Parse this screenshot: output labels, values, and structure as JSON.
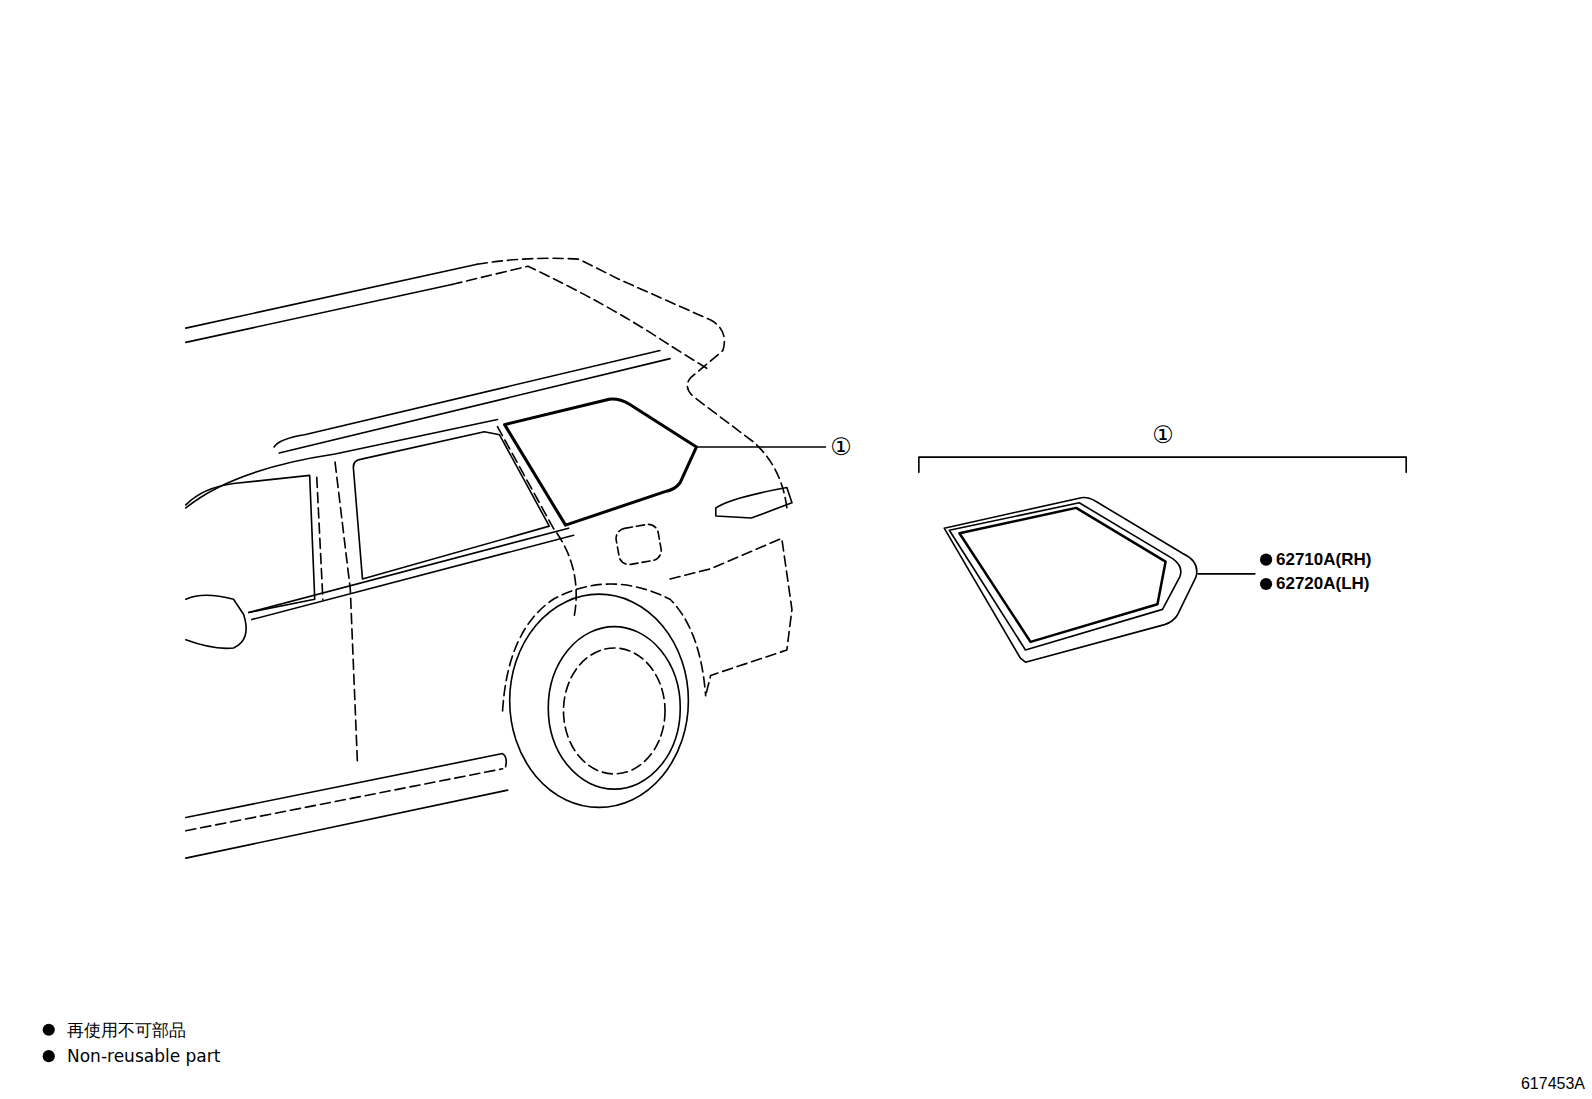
{
  "diagram": {
    "labels": [
      "①",
      "①",
      "62710A(RH)",
      "62720A(LH)",
      "617453A"
    ],
    "legend": [
      {
        "text": "再使用不可部品"
      },
      {
        "text": "Non-reusable part"
      }
    ]
  }
}
